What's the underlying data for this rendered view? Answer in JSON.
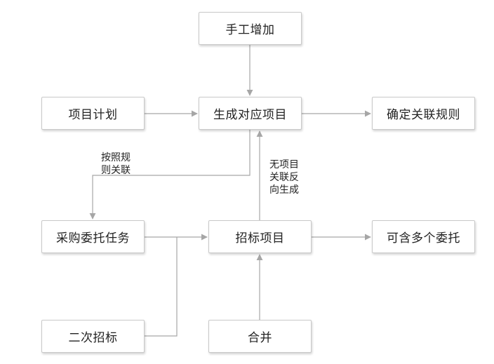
{
  "nodes": {
    "manual_add": "手工增加",
    "project_plan": "项目计划",
    "generate_project": "生成对应项目",
    "determine_rule": "确定关联规则",
    "purchase_task": "采购委托任务",
    "bid_project": "招标项目",
    "multi_entrust": "可含多个委托",
    "second_bid": "二次招标",
    "merge": "合并"
  },
  "edge_labels": {
    "by_rule": "按照规\n则关联",
    "reverse_generate": "无项目\n关联反\n向生成"
  },
  "colors": {
    "connector": "#a6a6a6",
    "node_border": "#c9c9c9",
    "text": "#222222"
  }
}
